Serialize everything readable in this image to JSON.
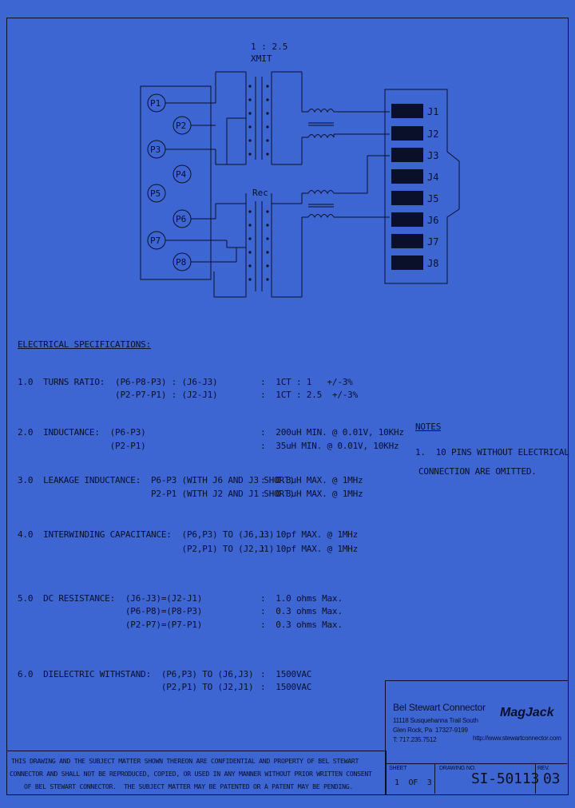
{
  "schematic": {
    "ratio": "1 : 2.5",
    "xmit": "XMIT",
    "rec": "Rec",
    "p_pins": [
      "P1",
      "P2",
      "P3",
      "P4",
      "P5",
      "P6",
      "P7",
      "P8"
    ],
    "j_pins": [
      "J1",
      "J2",
      "J3",
      "J4",
      "J5",
      "J6",
      "J7",
      "J8"
    ]
  },
  "specs": {
    "title": "ELECTRICAL SPECIFICATIONS:",
    "rows": [
      {
        "label": "1.0  TURNS RATIO:  (P6-P8-P3) : (J6-J3)",
        "value": ":  1CT : 1   +/-3%"
      },
      {
        "label": "                   (P2-P7-P1) : (J2-J1)",
        "value": ":  1CT : 2.5  +/-3%"
      },
      {
        "label": "2.0  INDUCTANCE:  (P6-P3)",
        "value": ":  200uH MIN. @ 0.01V, 10KHz"
      },
      {
        "label": "                  (P2-P1)",
        "value": ":  35uH MIN. @ 0.01V, 10KHz"
      },
      {
        "label": "3.0  LEAKAGE INDUCTANCE:  P6-P3 (WITH J6 AND J3 SHORT)",
        "value": ":  0.3uH MAX. @ 1MHz"
      },
      {
        "label": "                          P2-P1 (WITH J2 AND J1 SHORT)",
        "value": ":  0.3uH MAX. @ 1MHz"
      },
      {
        "label": "4.0  INTERWINDING CAPACITANCE:  (P6,P3) TO (J6,J3)",
        "value": ":  10pf MAX. @ 1MHz"
      },
      {
        "label": "                                (P2,P1) TO (J2,J1)",
        "value": ":  10pf MAX. @ 1MHz"
      },
      {
        "label": "5.0  DC RESISTANCE:  (J6-J3)=(J2-J1)",
        "value": ":  1.0 ohms Max."
      },
      {
        "label": "                     (P6-P8)=(P8-P3)",
        "value": ":  0.3 ohms Max."
      },
      {
        "label": "                     (P2-P7)=(P7-P1)",
        "value": ":  0.3 ohms Max."
      },
      {
        "label": "6.0  DIELECTRIC WITHSTAND:  (P6,P3) TO (J6,J3)",
        "value": ":  1500VAC"
      },
      {
        "label": "                            (P2,P1) TO (J2,J1)",
        "value": ":  1500VAC"
      }
    ]
  },
  "notes": {
    "title": "NOTES",
    "line1": "1.  10 PINS WITHOUT ELECTRICAL",
    "line2": "CONNECTION ARE OMITTED."
  },
  "title_block": {
    "company": "Bel Stewart Connector",
    "address1": "11118 Susquehanna Trail South",
    "address2": "Glen Rock, Pa  17327-9199",
    "phone": "T: 717.235.7512",
    "brand": "MagJack",
    "url": "http://www.stewartconnector.com",
    "sheet_label": "SHEET",
    "sheet_value": "1  OF  3",
    "drawing_label": "DRAWING NO.",
    "drawing_value": "SI-50113",
    "rev_label": "REV.",
    "rev_value": "03"
  },
  "disclaimer": {
    "line1": "THIS DRAWING AND THE SUBJECT MATTER SHOWN THEREON ARE CONFIDENTIAL AND PROPERTY OF BEL STEWART",
    "line2": "CONNECTOR AND SHALL NOT BE REPRODUCED, COPIED, OR USED IN ANY MANNER WITHOUT PRIOR WRITTEN CONSENT",
    "line3": "OF BEL STEWART CONNECTOR.  THE SUBJECT MATTER MAY BE PATENTED OR A PATENT MAY BE PENDING."
  },
  "colors": {
    "background": "#3e66d2",
    "ink": "#0a0f2a"
  }
}
